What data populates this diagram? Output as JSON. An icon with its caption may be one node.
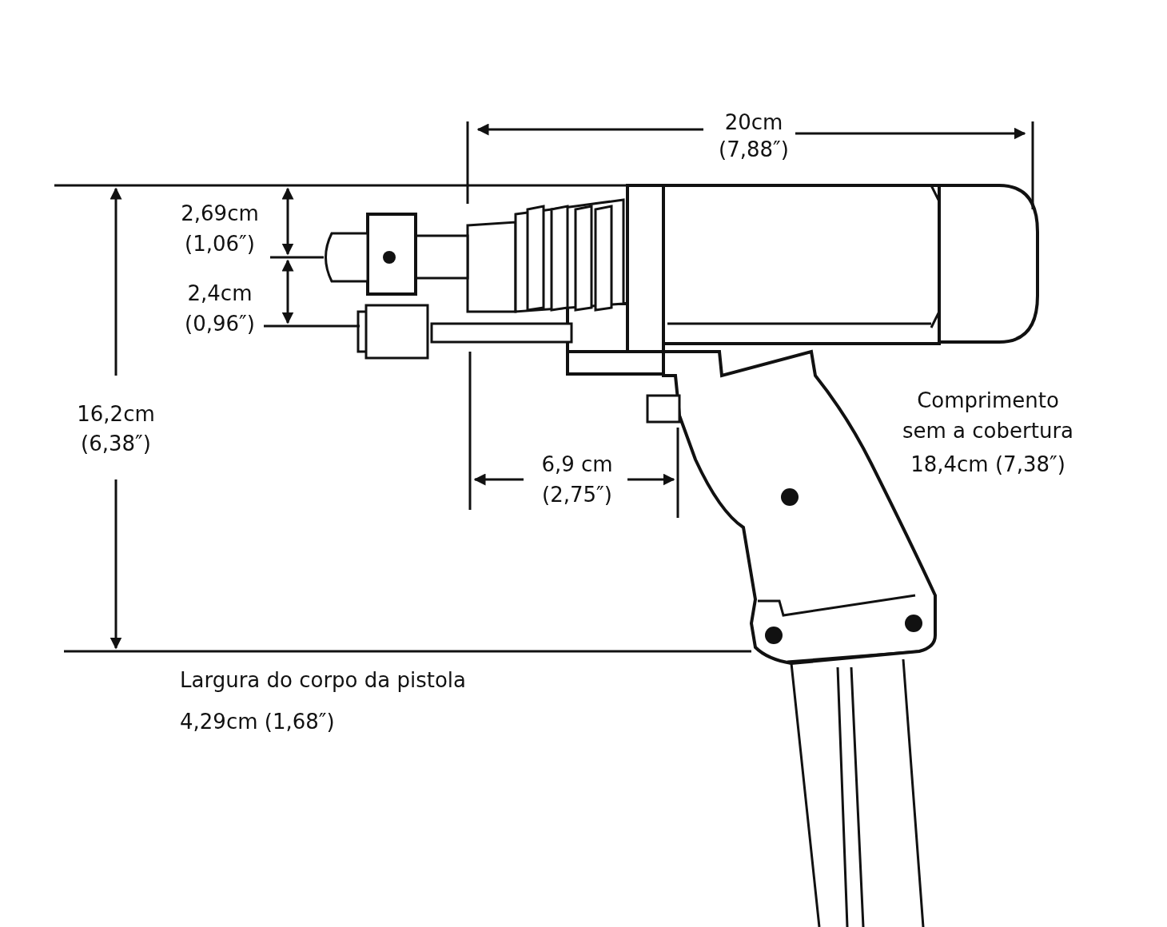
{
  "diagram": {
    "labels": [
      "20cm",
      "(7,88″)",
      "2,69cm",
      "(1,06″)",
      "2,4cm",
      "(0,96″)",
      "Comprimento",
      "sem a cobertura",
      "16,2cm",
      "(6,38″)",
      "18,4cm (7,38″)",
      "6,9 cm",
      "(2,75″)",
      "Largura do corpo da pistola",
      "4,29cm (1,68″)"
    ]
  }
}
